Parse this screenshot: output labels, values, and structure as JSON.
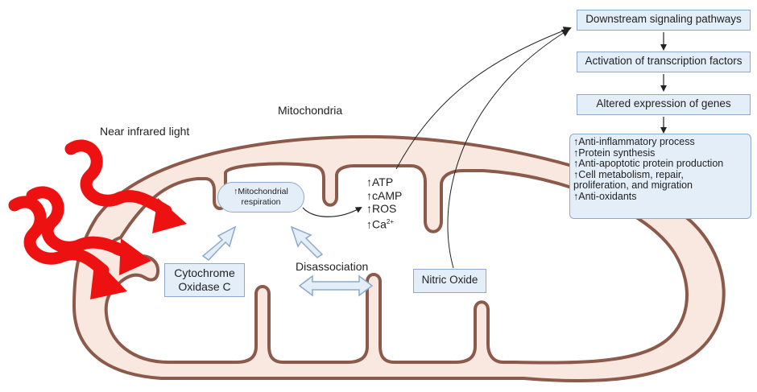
{
  "labels": {
    "near_infrared": "Near infrared light",
    "mitochondria": "Mitochondria",
    "disassociation": "Disassociation"
  },
  "respiration": {
    "line1": "↑Mitochondrial",
    "line2": "respiration"
  },
  "products": {
    "atp": "↑ATP",
    "camp": "↑cAMP",
    "ros": "↑ROS",
    "ca": "↑Ca",
    "ca_sup": "2+"
  },
  "cytochrome": {
    "line1": "Cytochrome",
    "line2": "Oxidase C"
  },
  "nitric_oxide": "Nitric Oxide",
  "pathway": [
    "Downstream signaling pathways",
    "Activation of transcription factors",
    "Altered expression of genes"
  ],
  "outcomes": [
    "↑Anti-inflammatory process",
    "↑Protein synthesis",
    "↑Anti-apoptotic protein production",
    "↑Cell metabolism, repair,",
    "proliferation, and migration",
    "↑Anti-oxidants"
  ],
  "colors": {
    "membrane": "#8b5a4a",
    "outer_fill": "#f8e8e0",
    "light_arrow": "#ee1111",
    "box_fill": "#e4eef9",
    "box_border": "#8ea9cc"
  }
}
